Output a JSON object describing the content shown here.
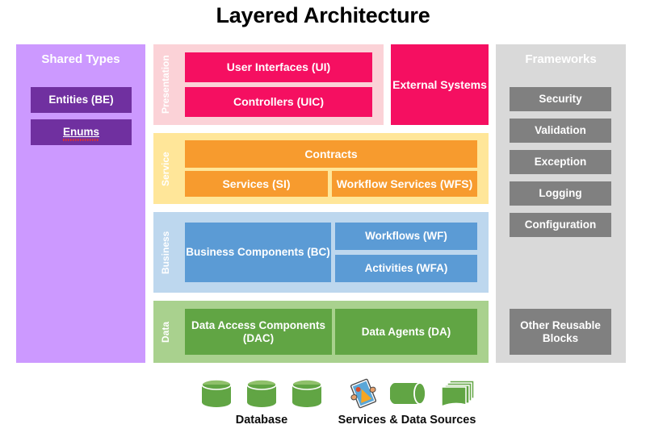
{
  "title": "Layered Architecture",
  "colors": {
    "shared_types_bg": "#cc99ff",
    "shared_types_box": "#7030a0",
    "presentation_bg": "#fbd2d7",
    "presentation_box": "#f50f61",
    "service_bg": "#ffe699",
    "service_box": "#f79b2e",
    "business_bg": "#bdd7ee",
    "business_box": "#5b9bd5",
    "data_bg": "#a9d18e",
    "data_box": "#61a544",
    "frameworks_bg": "#d9d9d9",
    "frameworks_box": "#808080",
    "title_text": "#000000",
    "box_text": "#ffffff",
    "spellcheck_underline": "#e03131"
  },
  "shared_types": {
    "title": "Shared Types",
    "items": [
      {
        "label": "Entities (BE)",
        "spellchecked": false
      },
      {
        "label": "Enums",
        "spellchecked": true
      }
    ]
  },
  "layers": [
    {
      "name": "Presentation",
      "label": "Presentation",
      "blocks": [
        {
          "label": "User Interfaces (UI)"
        },
        {
          "label": "Controllers (UIC)"
        }
      ]
    },
    {
      "name": "Service",
      "label": "Service",
      "blocks": [
        {
          "label": "Contracts"
        },
        {
          "label": "Services (SI)"
        },
        {
          "label": "Workflow Services (WFS)"
        }
      ]
    },
    {
      "name": "Business",
      "label": "Business",
      "blocks": [
        {
          "label": "Business Components (BC)"
        },
        {
          "label": "Workflows (WF)"
        },
        {
          "label": "Activities (WFA)"
        }
      ]
    },
    {
      "name": "Data",
      "label": "Data",
      "blocks": [
        {
          "label": "Data Access Components (DAC)"
        },
        {
          "label": "Data Agents (DA)"
        }
      ]
    }
  ],
  "external": {
    "label": "External Systems"
  },
  "frameworks": {
    "title": "Frameworks",
    "items": [
      {
        "label": "Security"
      },
      {
        "label": "Validation"
      },
      {
        "label": "Exception"
      },
      {
        "label": "Logging"
      },
      {
        "label": "Configuration"
      }
    ],
    "other": {
      "label": "Other Reusable Blocks"
    }
  },
  "bottom": {
    "database": {
      "caption": "Database",
      "icon_count": 3,
      "icon": "database-cylinder-icon"
    },
    "services_data_sources": {
      "caption": "Services & Data Sources",
      "icons": [
        "web-service-icon",
        "data-cylinder-icon",
        "document-stack-icon"
      ]
    }
  }
}
